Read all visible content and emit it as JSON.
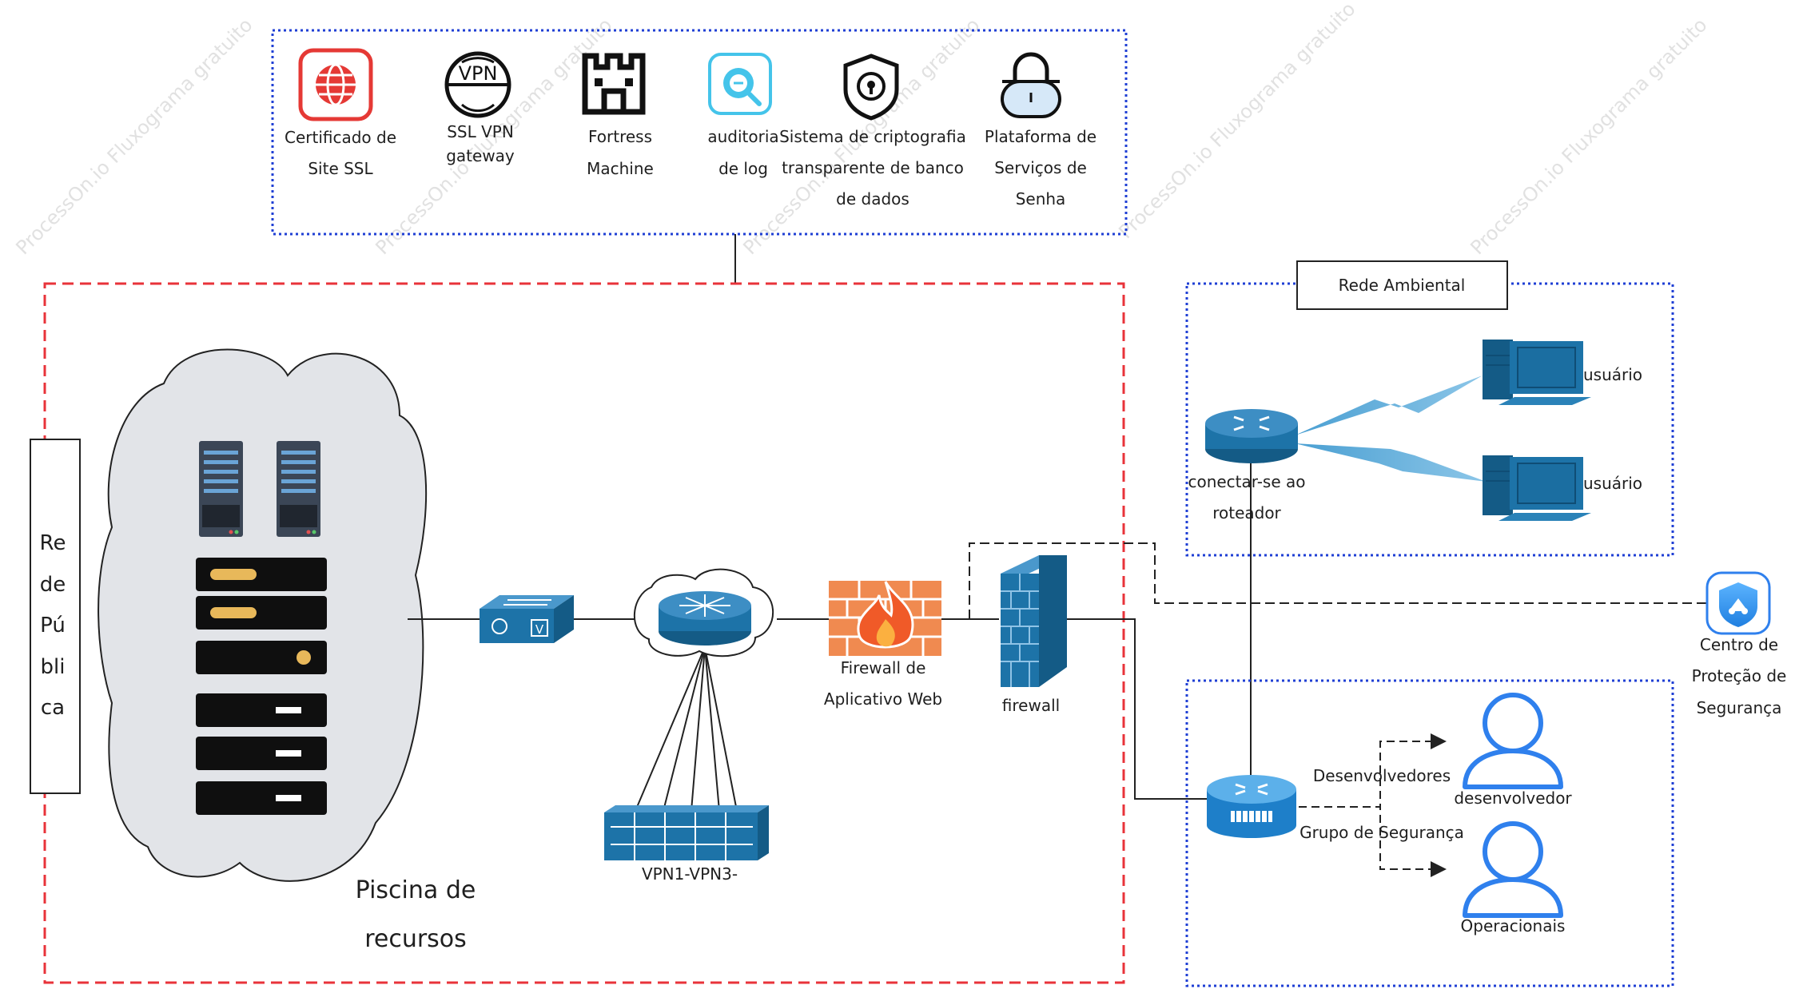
{
  "watermark": "ProcessOn.io Fluxograma gratuito",
  "security_services": [
    {
      "icon": "ssl-certificate-icon",
      "lines": [
        "Certificado de",
        "Site SSL"
      ]
    },
    {
      "icon": "vpn-gateway-icon",
      "lines": [
        "SSL VPN",
        "gateway"
      ]
    },
    {
      "icon": "fortress-icon",
      "lines": [
        "Fortress",
        "Machine"
      ]
    },
    {
      "icon": "log-audit-icon",
      "lines": [
        "auditoria",
        "de log"
      ]
    },
    {
      "icon": "database-encryption-icon",
      "lines": [
        "Sistema de criptografia",
        "transparente de banco",
        "de dados"
      ]
    },
    {
      "icon": "password-platform-icon",
      "lines": [
        "Plataforma de",
        "Serviços de",
        "Senha"
      ]
    }
  ],
  "public_network": {
    "lines": [
      "Re",
      "de",
      "Pú",
      "bli",
      "ca"
    ]
  },
  "resource_pool": {
    "lines": [
      "Piscina de",
      "recursos"
    ]
  },
  "vpn_cluster": {
    "label": "VPN1-VPN3-"
  },
  "vpn_switch": {
    "badge": "V"
  },
  "waf": {
    "lines": [
      "Firewall de",
      "Aplicativo Web"
    ]
  },
  "firewall": {
    "label": "firewall"
  },
  "environment_network": {
    "title": "Rede Ambiental",
    "router_lines": [
      "conectar-se ao",
      "roteador"
    ],
    "users": [
      "usuário",
      "usuário"
    ]
  },
  "security_center": {
    "lines": [
      "Centro de",
      "Proteção de",
      "Segurança"
    ]
  },
  "security_group": {
    "edge_labels": [
      "Desenvolvedores",
      "Grupo de Segurança"
    ],
    "members": [
      "desenvolvedor",
      "Operacionais"
    ]
  },
  "colors": {
    "blue_dotted_border": "#1f3fd4",
    "red_dashed_border": "#e8333a",
    "cisco_blue": "#1d73a8",
    "person_blue": "#2f80ed",
    "firewall_orange": "#f08a50"
  }
}
